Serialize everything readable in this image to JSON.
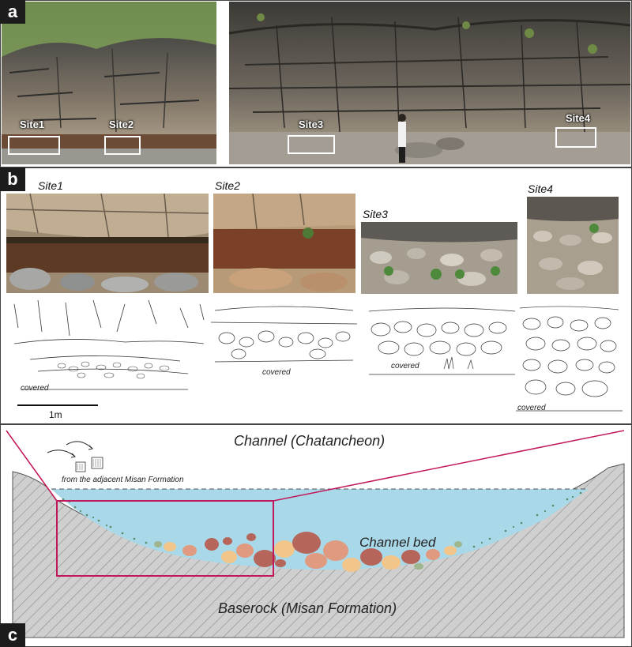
{
  "panels": {
    "a": "a",
    "b": "b",
    "c": "c"
  },
  "panel_a": {
    "site_labels": [
      "Site1",
      "Site2",
      "Site3",
      "Site4"
    ]
  },
  "panel_b": {
    "site_titles": [
      "Site1",
      "Site2",
      "Site3",
      "Site4"
    ],
    "covered_label": "covered",
    "scale_bar_label": "1m"
  },
  "panel_c": {
    "channel_label": "Channel (Chatancheon)",
    "source_label": "from the adjacent Misan Formation",
    "channel_bed_label": "Channel bed",
    "baserock_label": "Baserock (Misan Formation)"
  },
  "colors": {
    "water": "#a9d8e8",
    "rock": "#c9c9c9",
    "highlight": "#c2185b",
    "clast_dark": "#b5655a",
    "clast_light": "#f2c58a",
    "clast_mid": "#e09a7f"
  }
}
